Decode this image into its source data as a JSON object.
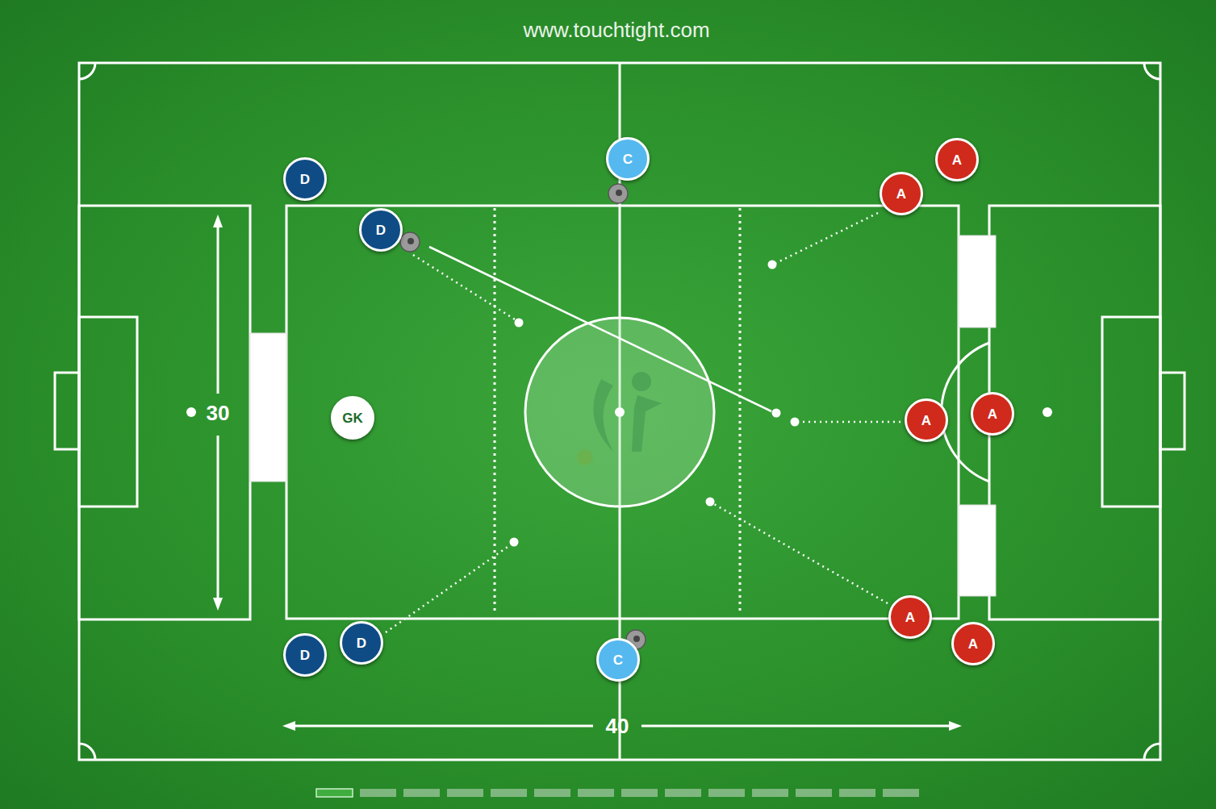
{
  "diagram": {
    "nodes": [
      {
        "text": [
          "C"
        ]
      },
      {
        "text": [
          "A"
        ]
      },
      {
        "text": [
          "D"
        ]
      },
      {
        "text": [
          "A"
        ]
      },
      {
        "text": [
          "D"
        ]
      },
      {
        "text": [
          "A"
        ]
      },
      {
        "text": [
          "GK"
        ]
      },
      {
        "text": [
          "A"
        ]
      },
      {
        "text": [
          "A"
        ]
      },
      {
        "text": [
          "D"
        ]
      },
      {
        "text": [
          "A"
        ]
      },
      {
        "text": [
          "D"
        ]
      },
      {
        "text": [
          "C"
        ]
      }
    ],
    "labels": [
      "www.touchtight.com",
      "30",
      "40"
    ]
  }
}
